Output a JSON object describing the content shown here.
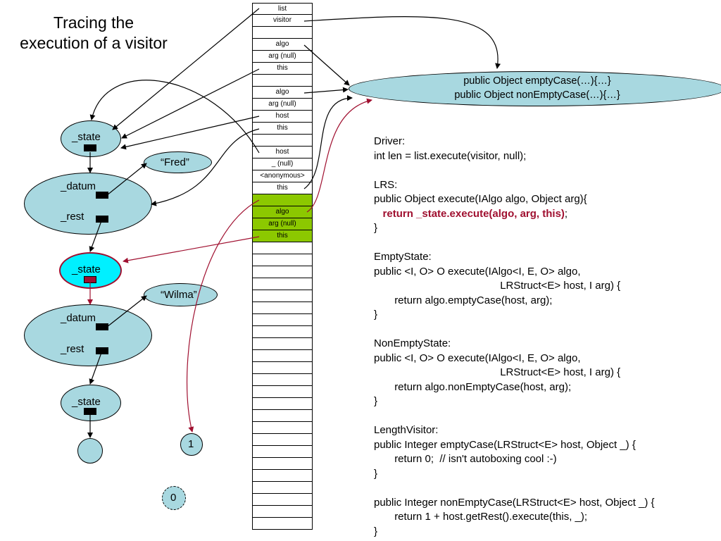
{
  "title": {
    "line1": "Tracing the",
    "line2": "execution of a visitor"
  },
  "nodes": {
    "state1": "_state",
    "datum1": "_datum",
    "rest1": "_rest",
    "fred": "“Fred”",
    "state2": "_state",
    "wilma": "“Wilma”",
    "datum2": "_datum",
    "rest2": "_rest",
    "state3": "_state",
    "one": "1",
    "zero": "0"
  },
  "stack": {
    "cells": [
      "list",
      "visitor",
      "",
      "algo",
      "arg (null)",
      "this",
      "",
      "algo",
      "arg (null)",
      "host",
      "this",
      "",
      "host",
      "_ (null)",
      "<anonymous>",
      "this",
      "",
      "algo",
      "arg (null)",
      "this",
      "",
      "",
      "",
      "",
      "",
      "",
      "",
      "",
      "",
      "",
      "",
      "",
      "",
      "",
      "",
      "",
      "",
      "",
      "",
      "",
      "",
      "",
      "",
      ""
    ],
    "green_indices": [
      16,
      17,
      18,
      19
    ]
  },
  "visitor_methods": {
    "line1": "public Object emptyCase(…){…}",
    "line2": "public Object nonEmptyCase(…){…}"
  },
  "code": {
    "l1": "Driver:",
    "l2": "int len = list.execute(visitor, null);",
    "l3": "LRS:",
    "l4": "public Object execute(IAlgo algo, Object arg){",
    "l5": "return _state.execute(algo, arg, this)",
    "l5b": ";",
    "l6": "}",
    "l7": "EmptyState:",
    "l8": "public <I, O> O execute(IAlgo<I, E, O> algo,",
    "l9": "LRStruct<E> host, I arg) {",
    "l10": "return algo.emptyCase(host, arg);",
    "l11": "}",
    "l12": "NonEmptyState:",
    "l13": "public <I, O> O execute(IAlgo<I, E, O> algo,",
    "l14": "LRStruct<E> host, I arg) {",
    "l15": "return algo.nonEmptyCase(host, arg);",
    "l16": "}",
    "l17": "LengthVisitor:",
    "l18": "public Integer emptyCase(LRStruct<E> host, Object _) {",
    "l19": "return 0;  // isn't autoboxing cool :-)",
    "l20": "}",
    "l21": "public Integer nonEmptyCase(LRStruct<E> host, Object _) {",
    "l22": "return 1 + host.getRest().execute(this, _);",
    "l23": "}"
  },
  "colors": {
    "node_fill": "#a8d8e0",
    "highlight_fill": "#00f0ff",
    "accent_red": "#a01030",
    "stack_green": "#8cc800"
  }
}
